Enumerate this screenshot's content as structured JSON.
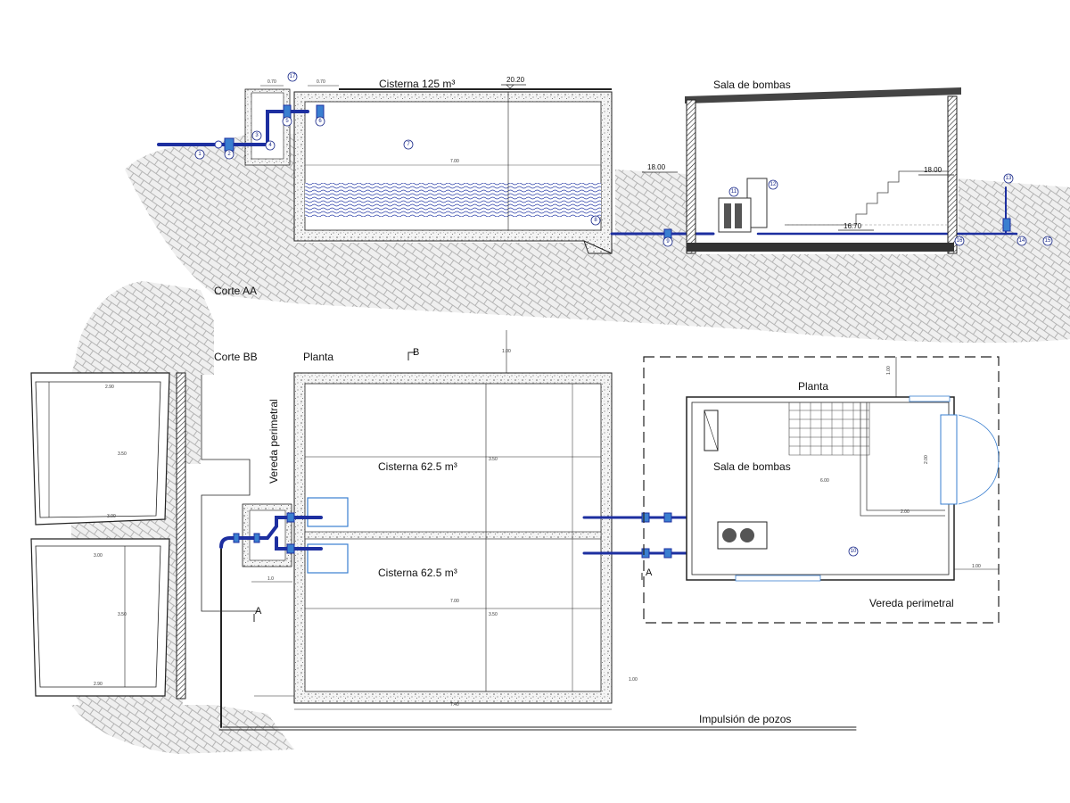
{
  "labels": {
    "cistern_section": "Cisterna 125 m³",
    "pump_room_section": "Sala de bombas",
    "section_aa": "Corte AA",
    "section_bb": "Corte BB",
    "plan_left": "Planta",
    "plan_right": "Planta",
    "cistern_top": "Cisterna 62.5 m³",
    "cistern_bottom": "Cisterna 62.5 m³",
    "pump_room_plan": "Sala de bombas",
    "perimeter_walk_vertical": "Vereda perimetral",
    "perimeter_walk_horizontal": "Vereda perimetral",
    "well_impulsion": "Impulsión de pozos",
    "cut_b": "B",
    "cut_a_left": "A",
    "cut_a_right": "A"
  },
  "levels": {
    "top": "20.20",
    "ground_left": "18.00",
    "ground_right": "18.00",
    "floor": "16.70"
  },
  "dimensions": {
    "d070a": "0.70",
    "d070b": "0.70",
    "d700_section": "7.00",
    "d290_top": "2.90",
    "d350_left": "3.50",
    "d300_a": "3.00",
    "d300_b": "3.00",
    "d350_left2": "3.50",
    "d290_bottom": "2.90",
    "d700_plan_mid": "7.00",
    "d740": "7.40",
    "d350_plan_top": "3.50",
    "d350_plan_bot": "3.50",
    "d100_top": "1.00",
    "d100_bot": "1.00",
    "d600": "6.00",
    "d200a": "2.00",
    "d200b": "2.00",
    "d100_right": "1.00",
    "d100_right2": "1.00",
    "d10_left": "1.0"
  },
  "markers": [
    "1",
    "2",
    "3",
    "4",
    "5",
    "6",
    "7",
    "8",
    "9",
    "10",
    "11",
    "12",
    "13",
    "14",
    "15",
    "16",
    "17"
  ],
  "colors": {
    "pipe": "#1d2fa0",
    "pipe_light": "#3a7fd0",
    "water": "#2b3fa8",
    "line": "#222222",
    "earth": "#9a9a9a"
  }
}
